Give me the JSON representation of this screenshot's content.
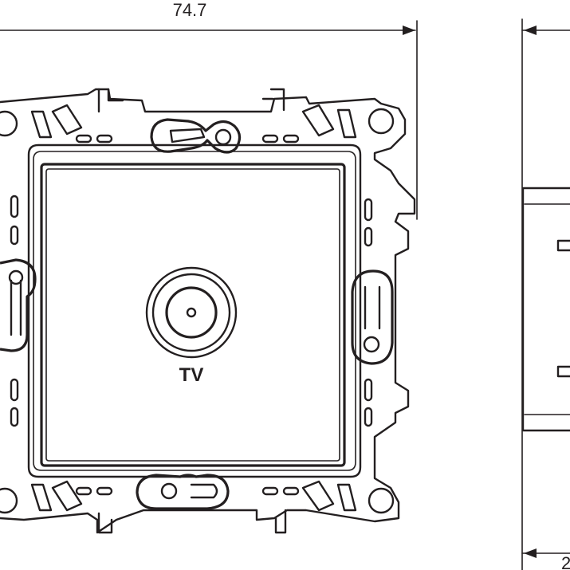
{
  "dimensions": {
    "width_label": "74.7",
    "depth_label_partial": "2"
  },
  "socket": {
    "label": "TV"
  },
  "colors": {
    "line": "#231f20",
    "background": "#ffffff"
  }
}
